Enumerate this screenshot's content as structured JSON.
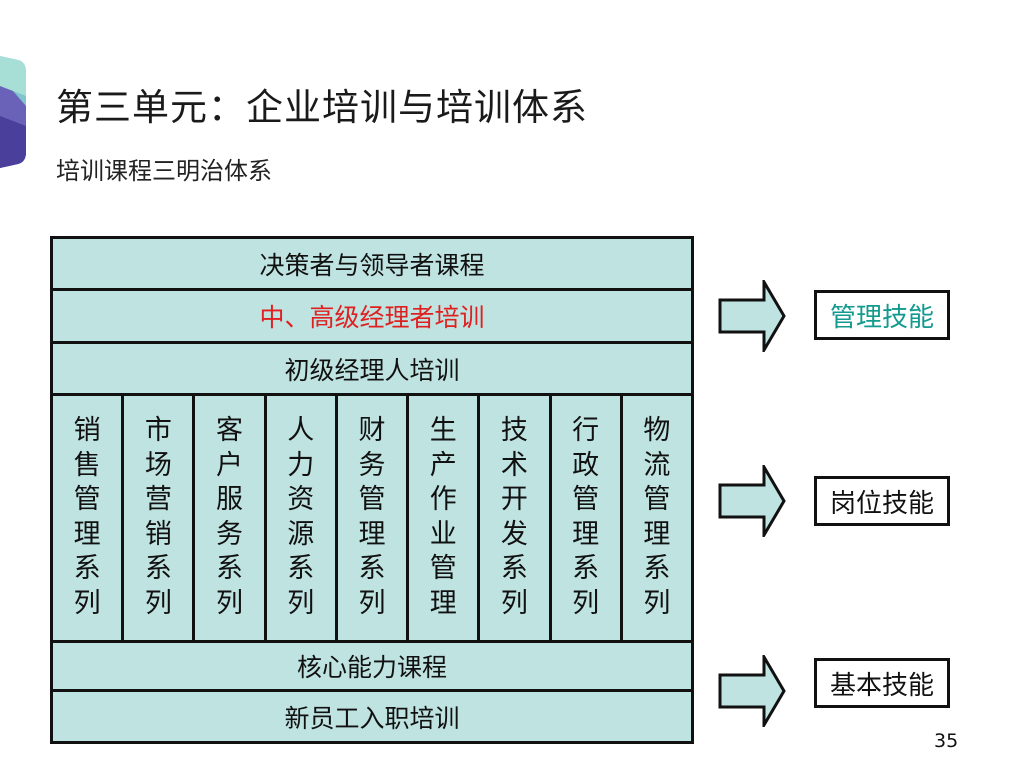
{
  "slide": {
    "title": "第三单元：企业培训与培训体系",
    "subtitle": "培训课程三明治体系",
    "page_number": "35"
  },
  "pyramid": {
    "bands_top": [
      {
        "label": "决策者与领导者课程",
        "color": "#111111"
      },
      {
        "label": "中、高级经理者培训",
        "color": "#e02020"
      },
      {
        "label": "初级经理人培训",
        "color": "#111111"
      }
    ],
    "columns": [
      "销售管理系列",
      "市场营销系列",
      "客户服务系列",
      "人力资源系列",
      "财务管理系列",
      "生产作业管理",
      "技术开发系列",
      "行政管理系列",
      "物流管理系列"
    ],
    "bands_bottom": [
      {
        "label": "核心能力课程",
        "color": "#111111"
      },
      {
        "label": "新员工入职培训",
        "color": "#111111"
      }
    ]
  },
  "skills": [
    {
      "label": "管理技能",
      "color": "#139a8e"
    },
    {
      "label": "岗位技能",
      "color": "#111111"
    },
    {
      "label": "基本技能",
      "color": "#111111"
    }
  ],
  "colors": {
    "fill": "#bfe3e1",
    "border": "#111111",
    "highlight_red": "#e02020",
    "highlight_teal": "#139a8e"
  }
}
